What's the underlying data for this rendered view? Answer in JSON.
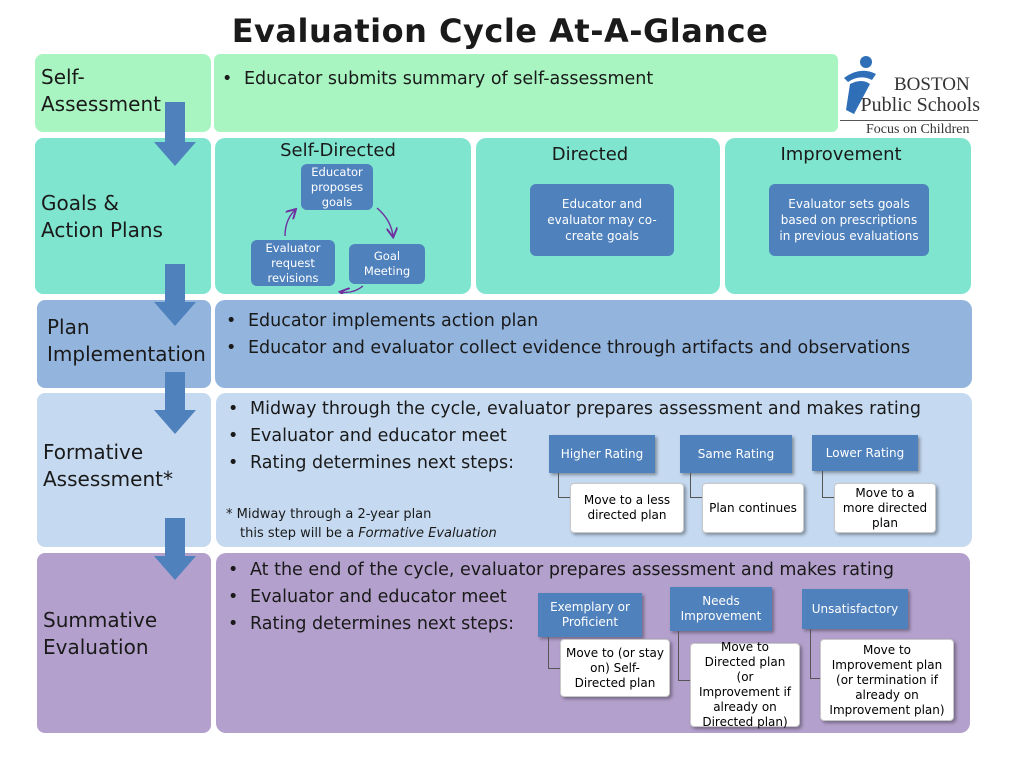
{
  "title": "Evaluation Cycle At-A-Glance",
  "logo": {
    "line1": "BOSTON",
    "line2": "Public Schools",
    "tagline": "Focus on Children"
  },
  "colors": {
    "green": "#a8f5c2",
    "teal": "#7fe5cf",
    "blue_light": "#93b4dd",
    "blue_pale": "#c5d9f0",
    "purple": "#b3a0cc",
    "accent_blue": "#4f81bd"
  },
  "rows": {
    "self_assessment": {
      "label_line1": "Self-",
      "label_line2": "Assessment",
      "bullets": [
        "Educator submits summary of self-assessment"
      ]
    },
    "goals": {
      "label_line1": "Goals &",
      "label_line2": "Action Plans",
      "self_directed": {
        "heading": "Self-Directed",
        "cycle": [
          "Educator proposes goals",
          "Goal Meeting",
          "Evaluator request revisions"
        ]
      },
      "directed": {
        "heading": "Directed",
        "box": "Educator and evaluator may co-create goals"
      },
      "improvement": {
        "heading": "Improvement",
        "box": "Evaluator sets goals based on prescriptions in previous evaluations"
      }
    },
    "plan": {
      "label_line1": "Plan",
      "label_line2": "Implementation",
      "bullets": [
        "Educator implements action plan",
        "Educator and evaluator collect evidence through artifacts and observations"
      ]
    },
    "formative": {
      "label_line1": "Formative",
      "label_line2": "Assessment*",
      "bullets": [
        "Midway through the cycle, evaluator prepares assessment and makes rating",
        "Evaluator and educator meet",
        "Rating determines next steps:"
      ],
      "footnote_line1": "* Midway through a 2-year plan",
      "footnote_line2_prefix": "this step will be a ",
      "footnote_line2_italic": "Formative Evaluation",
      "ratings": [
        {
          "rating": "Higher Rating",
          "step": "Move to a less directed plan"
        },
        {
          "rating": "Same Rating",
          "step": "Plan continues"
        },
        {
          "rating": "Lower Rating",
          "step": "Move to a more directed plan"
        }
      ]
    },
    "summative": {
      "label_line1": "Summative",
      "label_line2": "Evaluation",
      "bullets": [
        "At the end of the cycle, evaluator prepares assessment and makes rating",
        "Evaluator and educator meet",
        "Rating determines next steps:"
      ],
      "ratings": [
        {
          "rating": "Exemplary or Proficient",
          "step": "Move to (or stay on) Self-Directed plan"
        },
        {
          "rating": "Needs Improvement",
          "step": "Move to Directed plan (or Improvement if already on Directed plan)"
        },
        {
          "rating": "Unsatisfactory",
          "step": "Move to Improvement plan (or termination if already on Improvement plan)"
        }
      ]
    }
  }
}
